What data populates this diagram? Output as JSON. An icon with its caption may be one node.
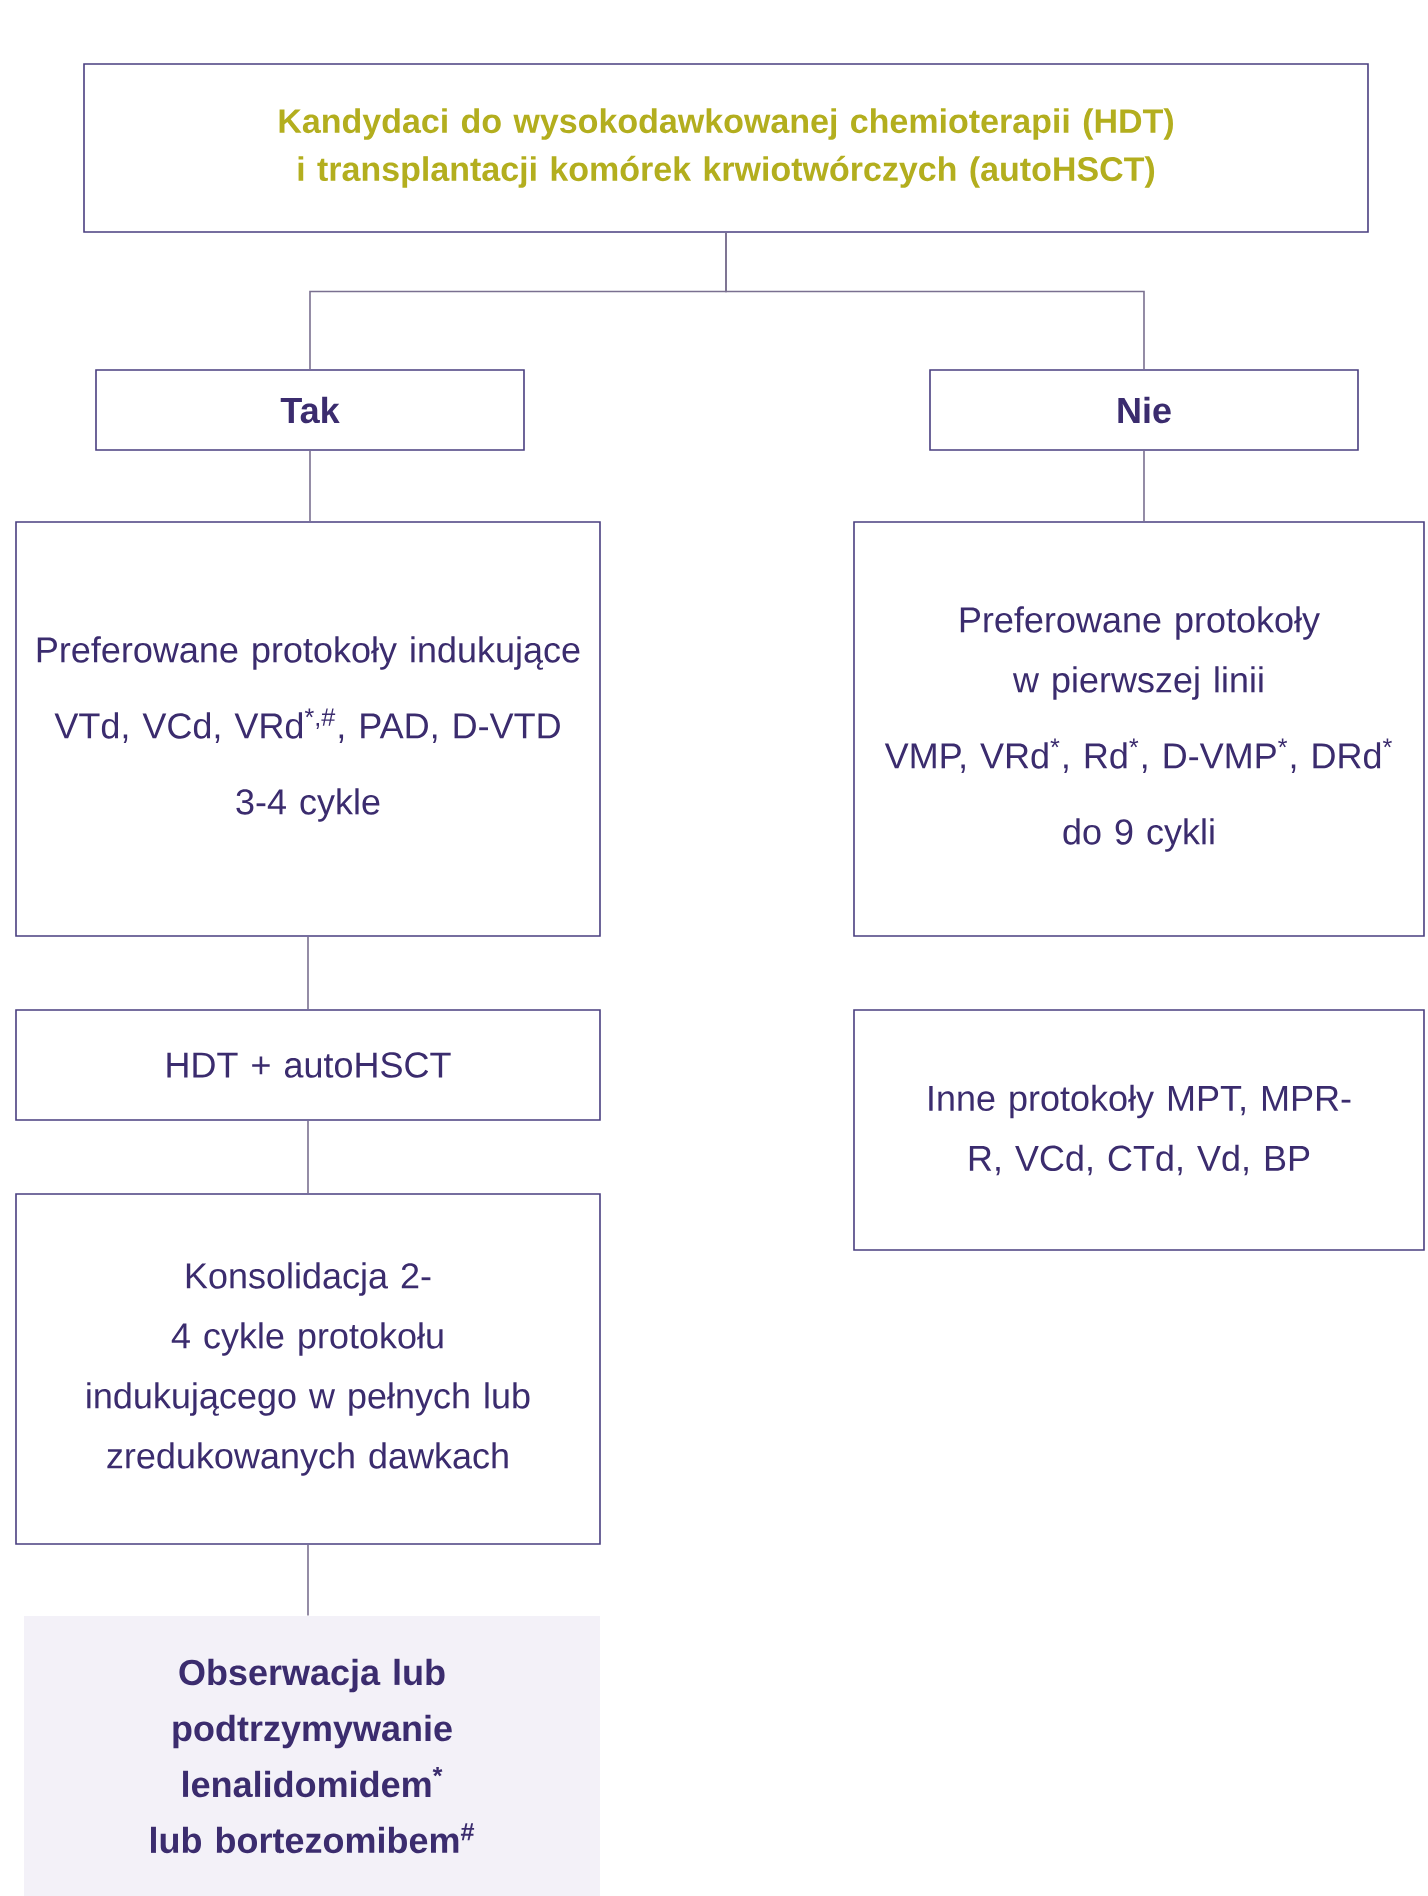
{
  "diagram": {
    "nodes": [
      {
        "text": [
          "Kandydaci do wysokodawkowanej chemioterapii (HDT) i transplantacji komórek krwiotwórczych (autoHSCT)"
        ]
      },
      {
        "text": [
          "Tak"
        ]
      },
      {
        "text": [
          "Nie"
        ]
      },
      {
        "text": [
          "Preferowane protokoły indukujące",
          "VTd, VCd, VRd$^{*,#}$, PAD, D-VTD",
          "3-4 cykle"
        ]
      },
      {
        "text": [
          "HDT + autoHSCT"
        ]
      },
      {
        "text": [
          "Konsolidacja 2-4 cykle protokołu indukującego w pełnych lub zredukowanych dawkach"
        ]
      },
      {
        "text": [
          "Obserwacja lub podtrzymywanie lenalidomidem$^{*}$ lub bortezomibem$^{#}$"
        ]
      },
      {
        "text": [
          "Preferowane protokoły w pierwszej linii",
          "VMP, VRd$^{*}$, Rd$^{*}$, D-VMP$^{*}$, DRd$^{*}$",
          "do 9 cykli"
        ]
      },
      {
        "text": [
          "Inne protokoły MPT, MPR-R, VCd, CTd, Vd, BP"
        ]
      }
    ],
    "edges": [
      {
        "from": 0,
        "to": 1,
        "arrow": "none"
      },
      {
        "from": 0,
        "to": 2,
        "arrow": "none"
      },
      {
        "from": 1,
        "to": 3,
        "arrow": "none"
      },
      {
        "from": 2,
        "to": 7,
        "arrow": "none"
      },
      {
        "from": 3,
        "to": 4,
        "arrow": "none"
      },
      {
        "from": 4,
        "to": 5,
        "arrow": "none"
      },
      {
        "from": 5,
        "to": 6,
        "arrow": "none"
      }
    ]
  }
}
